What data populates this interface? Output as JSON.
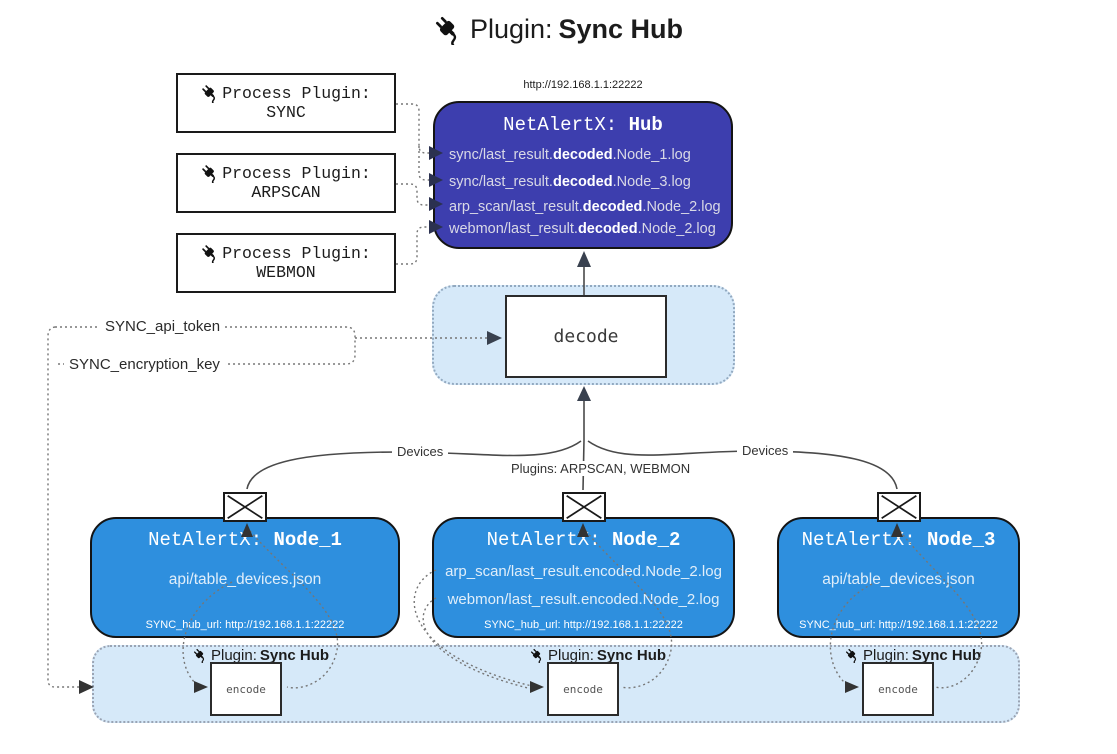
{
  "title": {
    "label": "Plugin:",
    "name": "Sync Hub"
  },
  "hub": {
    "url": "http://192.168.1.1:22222",
    "title_prefix": "NetAlertX: ",
    "title_name": "Hub",
    "logs": [
      {
        "pre": "sync/last_result.",
        "mid": "decoded",
        "post": ".Node_1.log"
      },
      {
        "pre": "sync/last_result.",
        "mid": "decoded",
        "post": ".Node_3.log"
      },
      {
        "pre": "arp_scan/last_result.",
        "mid": "decoded",
        "post": ".Node_2.log"
      },
      {
        "pre": "webmon/last_result.",
        "mid": "decoded",
        "post": ".Node_2.log"
      }
    ]
  },
  "process_plugins": [
    {
      "label": "Process Plugin:",
      "name": "SYNC"
    },
    {
      "label": "Process Plugin:",
      "name": "ARPSCAN"
    },
    {
      "label": "Process Plugin:",
      "name": "WEBMON"
    }
  ],
  "decode_box": {
    "label": "decode"
  },
  "config": {
    "api_token": "SYNC_api_token",
    "encryption_key": "SYNC_encryption_key"
  },
  "edge_labels": {
    "devices_left": "Devices",
    "plugins_center": "Plugins: ARPSCAN, WEBMON",
    "devices_right": "Devices"
  },
  "nodes": [
    {
      "title_prefix": "NetAlertX: ",
      "title_name": "Node_1",
      "files": [
        "api/table_devices.json"
      ],
      "hub_url": "SYNC_hub_url: http://192.168.1.1:22222"
    },
    {
      "title_prefix": "NetAlertX: ",
      "title_name": "Node_2",
      "files": [
        "arp_scan/last_result.encoded.Node_2.log",
        "webmon/last_result.encoded.Node_2.log"
      ],
      "hub_url": "SYNC_hub_url: http://192.168.1.1:22222"
    },
    {
      "title_prefix": "NetAlertX: ",
      "title_name": "Node_3",
      "files": [
        "api/table_devices.json"
      ],
      "hub_url": "SYNC_hub_url: http://192.168.1.1:22222"
    }
  ],
  "encoders": [
    {
      "label": "Plugin: ",
      "label_bold": "Sync Hub",
      "box_label": "encode"
    },
    {
      "label": "Plugin: ",
      "label_bold": "Sync Hub",
      "box_label": "encode"
    },
    {
      "label": "Plugin: ",
      "label_bold": "Sync Hub",
      "box_label": "encode"
    }
  ],
  "colors": {
    "hub_bg": "#3d3eae",
    "node_bg": "#2e8fde",
    "panel_bg": "#d6e9f9"
  }
}
